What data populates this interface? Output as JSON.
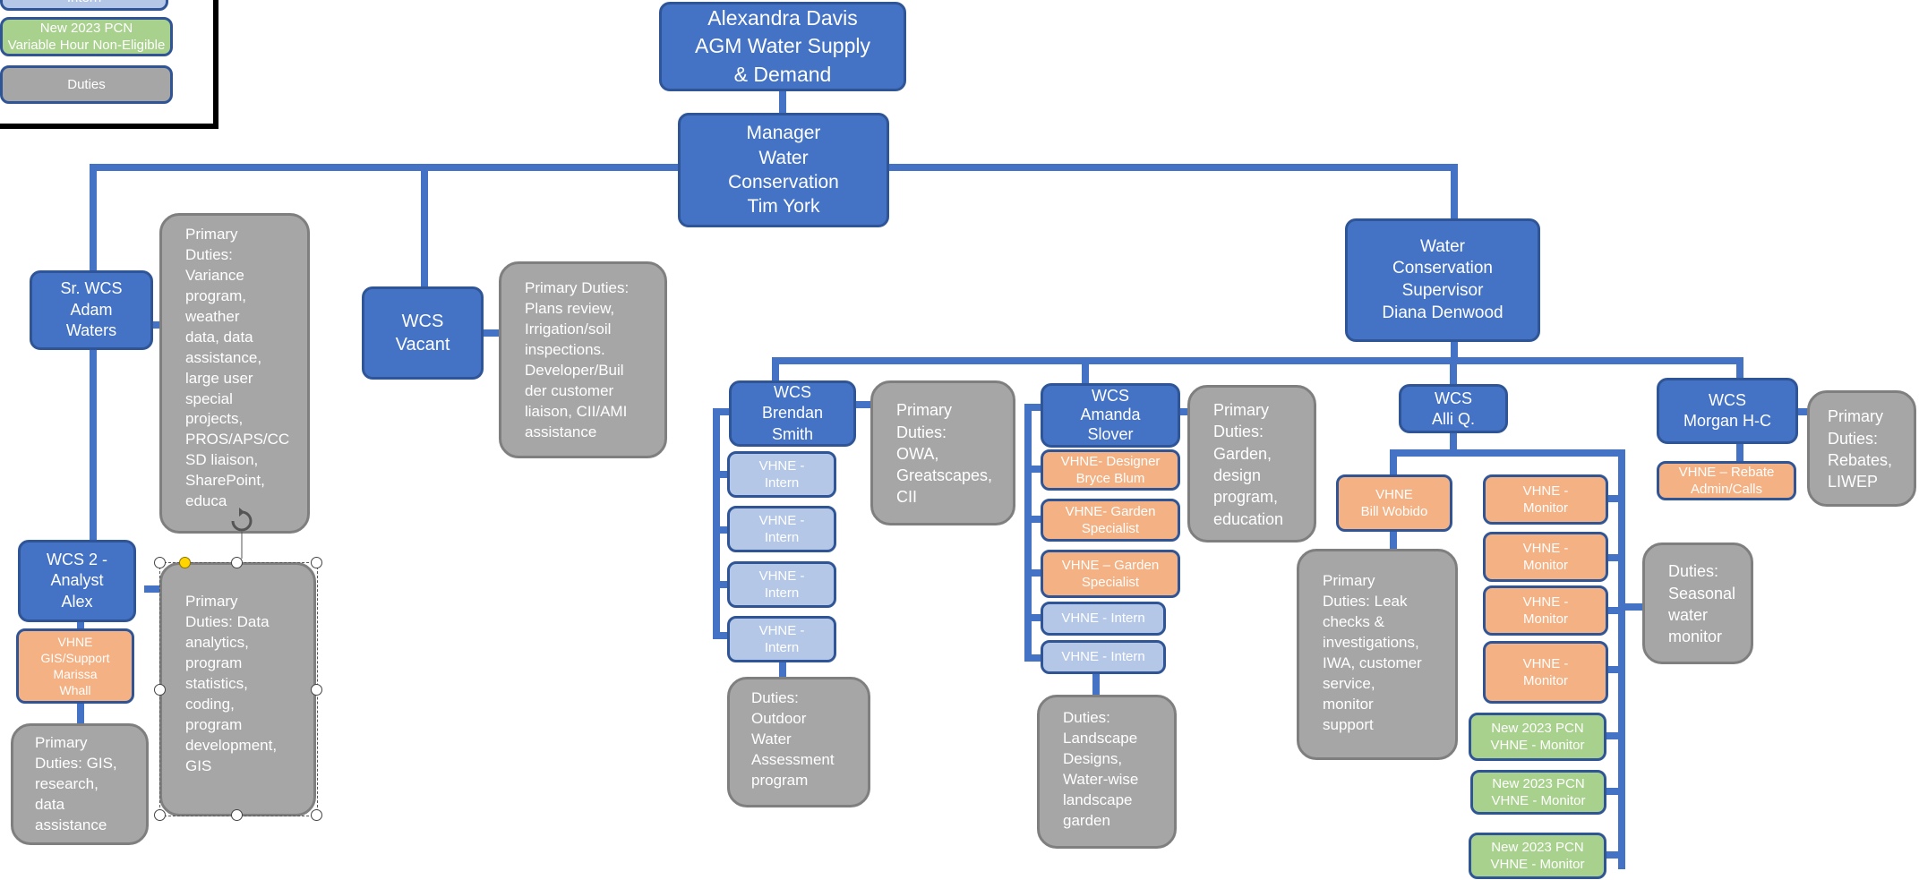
{
  "legend": {
    "intern": "Intern",
    "new_pcn": "New 2023 PCN\nVariable Hour Non-Eligible",
    "duties": "Duties"
  },
  "top": {
    "agm": "Alexandra Davis\nAGM Water Supply\n& Demand",
    "manager": "Manager\nWater\nConservation\nTim York"
  },
  "left": {
    "sr_wcs": "Sr. WCS\nAdam\nWaters",
    "sr_wcs_duties": "Primary\nDuties:\nVariance\nprogram,\nweather\ndata, data\nassistance,\nlarge user\nspecial\nprojects,\nPROS/APS/CC\nSD liaison,\nSharePoint,\neduca",
    "wcs2": "WCS 2 -\nAnalyst\nAlex",
    "wcs2_duties": "Primary\nDuties: Data\nanalytics,\nprogram\nstatistics,\ncoding,\nprogram\ndevelopment,\nGIS",
    "vhne_gis": "VHNE\nGIS/Support\nMarissa\nWhall",
    "vhne_gis_duties": "Primary\nDuties: GIS,\nresearch,\ndata\nassistance"
  },
  "vacant": {
    "wcs": "WCS\nVacant",
    "duties": "Primary Duties:\nPlans review,\nIrrigation/soil\ninspections.\nDeveloper/Buil\nder customer\nliaison,  CII/AMI\nassistance"
  },
  "supervisor": "Water\nConservation\nSupervisor\nDiana Denwood",
  "brendan": {
    "title": "WCS\nBrendan\nSmith",
    "duties": "Primary\nDuties:\nOWA,\nGreatscapes,\nCII",
    "interns": [
      "VHNE -\nIntern",
      "VHNE -\nIntern",
      "VHNE -\nIntern",
      "VHNE -\nIntern"
    ],
    "intern_duties": "Duties:\nOutdoor\nWater\nAssessment\nprogram"
  },
  "amanda": {
    "title": "WCS\nAmanda\nSlover",
    "duties": "Primary\nDuties:\nGarden,\ndesign\nprogram,\neducation",
    "designer": "VHNE- Designer\nBryce Blum",
    "garden1": "VHNE- Garden\nSpecialist",
    "garden2": "VHNE – Garden\nSpecialist",
    "intern1": "VHNE - Intern",
    "intern2": "VHNE - Intern",
    "staff_duties": "Duties:\nLandscape\nDesigns,\nWater-wise\nlandscape\ngarden"
  },
  "alli": {
    "title": "WCS\nAlli Q.",
    "bill": "VHNE\nBill Wobido",
    "bill_duties": "Primary\nDuties: Leak\nchecks &\ninvestigations,\nIWA, customer\nservice,\nmonitor\nsupport",
    "monitors": [
      "VHNE -\nMonitor",
      "VHNE -\nMonitor",
      "VHNE -\nMonitor",
      "VHNE -\nMonitor"
    ],
    "new_monitors": [
      "New 2023 PCN\nVHNE - Monitor",
      "New 2023 PCN\nVHNE - Monitor",
      "New 2023 PCN\nVHNE - Monitor"
    ],
    "monitor_duties": "Duties:\nSeasonal\nwater\nmonitor"
  },
  "morgan": {
    "title": "WCS\nMorgan H-C",
    "rebate": "VHNE – Rebate\nAdmin/Calls",
    "duties": "Primary\nDuties:\nRebates,\nLIWEP"
  },
  "colors": {
    "node_blue": "#4472c4",
    "connector_blue": "#4472c4",
    "intern_blue": "#b4c7e7",
    "vhne_orange": "#f4b183",
    "new_pcn_green": "#a9d18e",
    "duties_gray": "#a6a6a6",
    "border_navy": "#2f5597"
  }
}
